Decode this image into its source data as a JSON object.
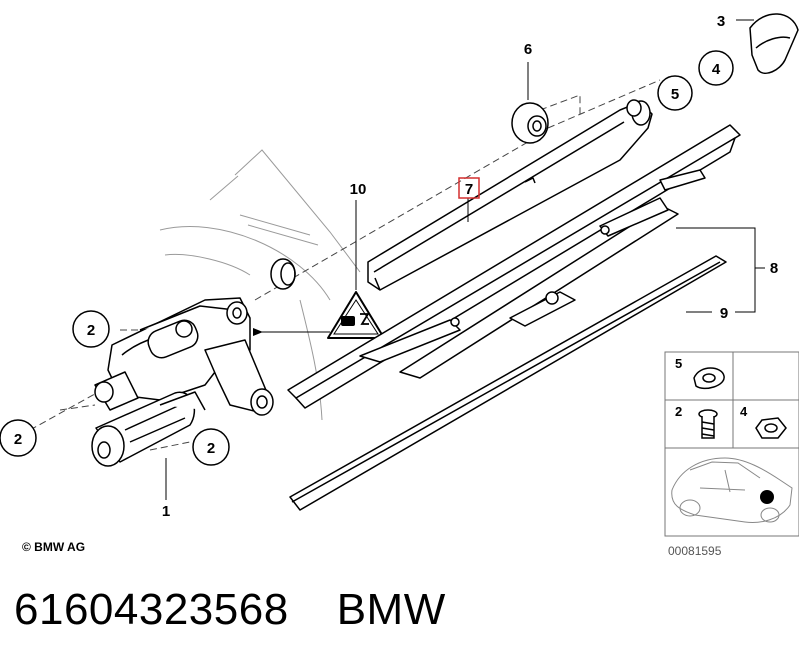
{
  "diagram": {
    "labels": {
      "motor": "1",
      "screw_a": "2",
      "screw_b": "2",
      "screw_c": "2",
      "cap": "3",
      "nut": "4",
      "washer": "5",
      "grommet": "6",
      "wiper_arm": "7",
      "warning_triangle": "10",
      "blade_set": "8",
      "blade_insert": "9"
    },
    "legend": {
      "washer": "5",
      "screw": "2",
      "nut": "4"
    },
    "copyright": "© BMW AG",
    "image_number": "00081595"
  },
  "caption": {
    "part_number": "61604323568",
    "brand": "BMW"
  },
  "colors": {
    "line": "#000000",
    "highlight": "#d32f2f",
    "dash": "#444444",
    "car_lines": "#9a9a9a"
  }
}
